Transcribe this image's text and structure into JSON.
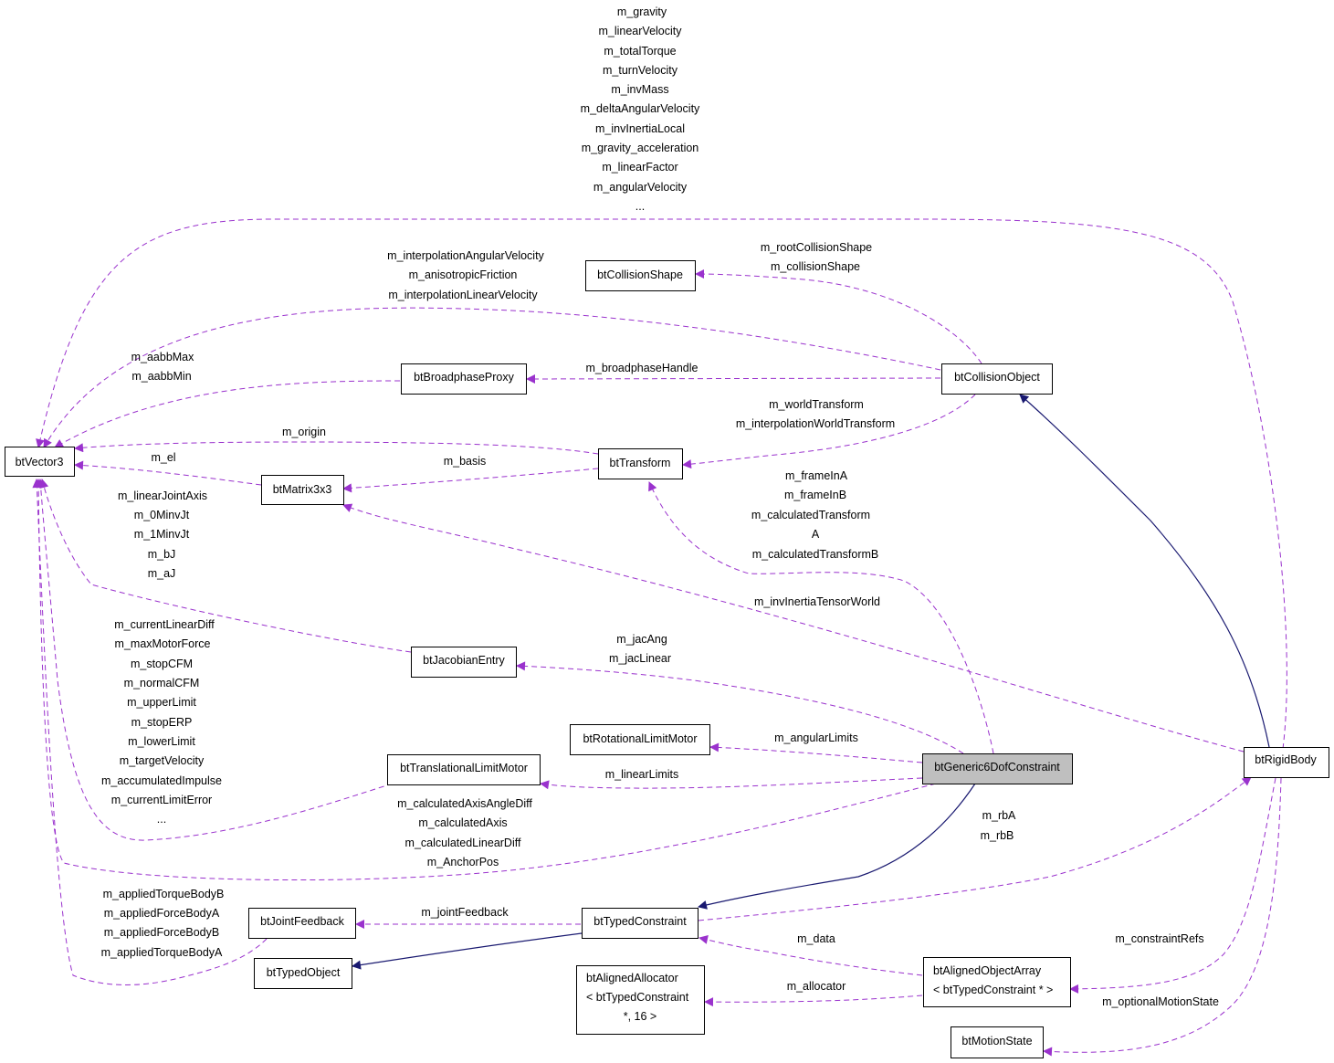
{
  "colors": {
    "usage_edge": "#9a32cd",
    "inheritance_edge": "#191970",
    "focus_fill": "#bfbfbf"
  },
  "nodes": {
    "btVector3": "btVector3",
    "btMatrix3x3": "btMatrix3x3",
    "btTransform": "btTransform",
    "btCollisionShape": "btCollisionShape",
    "btBroadphaseProxy": "btBroadphaseProxy",
    "btCollisionObject": "btCollisionObject",
    "btJacobianEntry": "btJacobianEntry",
    "btRotationalLimitMotor": "btRotationalLimitMotor",
    "btTranslationalLimitMotor": "btTranslationalLimitMotor",
    "btGeneric6DofConstraint": "btGeneric6DofConstraint",
    "btRigidBody": "btRigidBody",
    "btJointFeedback": "btJointFeedback",
    "btTypedConstraint": "btTypedConstraint",
    "btTypedObject": "btTypedObject",
    "btAlignedAllocator": [
      "btAlignedAllocator",
      "< btTypedConstraint",
      "*, 16 >"
    ],
    "btAlignedObjectArray": [
      "btAlignedObjectArray",
      "< btTypedConstraint * >"
    ],
    "btMotionState": "btMotionState"
  },
  "labels": {
    "rigidbody_vector3": [
      "m_gravity",
      "m_linearVelocity",
      "m_totalTorque",
      "m_turnVelocity",
      "m_invMass",
      "m_deltaAngularVelocity",
      "m_invInertiaLocal",
      "m_gravity_acceleration",
      "m_linearFactor",
      "m_angularVelocity",
      "..."
    ],
    "collisionobject_vector3": [
      "m_interpolationAngularVelocity",
      "m_anisotropicFriction",
      "m_interpolationLinearVelocity"
    ],
    "collisionshape": [
      "m_rootCollisionShape",
      "m_collisionShape"
    ],
    "broadphase_vector3": [
      "m_aabbMax",
      "m_aabbMin"
    ],
    "broadphase_handle": [
      "m_broadphaseHandle"
    ],
    "transform_origin": [
      "m_origin"
    ],
    "worldtransform": [
      "m_worldTransform",
      "m_interpolationWorldTransform"
    ],
    "matrix_el": [
      "m_el"
    ],
    "transform_basis": [
      "m_basis"
    ],
    "frames": [
      "m_frameInA",
      "m_frameInB",
      "m_calculatedTransform",
      "A",
      "m_calculatedTransformB"
    ],
    "jacobian_vector3": [
      "m_linearJointAxis",
      "m_0MinvJt",
      "m_1MinvJt",
      "m_bJ",
      "m_aJ"
    ],
    "invinertia": [
      "m_invInertiaTensorWorld"
    ],
    "transmotor_vector3": [
      "m_currentLinearDiff",
      "m_maxMotorForce",
      "m_stopCFM",
      "m_normalCFM",
      "m_upperLimit",
      "m_stopERP",
      "m_lowerLimit",
      "m_targetVelocity",
      "m_accumulatedImpulse",
      "m_currentLimitError",
      "..."
    ],
    "jac": [
      "m_jacAng",
      "m_jacLinear"
    ],
    "angular_limits": [
      "m_angularLimits"
    ],
    "linear_limits": [
      "m_linearLimits"
    ],
    "dof_vector3": [
      "m_calculatedAxisAngleDiff",
      "m_calculatedAxis",
      "m_calculatedLinearDiff",
      "m_AnchorPos"
    ],
    "rb": [
      "m_rbA",
      "m_rbB"
    ],
    "feedback_vector3": [
      "m_appliedTorqueBodyB",
      "m_appliedForceBodyA",
      "m_appliedForceBodyB",
      "m_appliedTorqueBodyA"
    ],
    "joint_feedback": [
      "m_jointFeedback"
    ],
    "data": [
      "m_data"
    ],
    "constraint_refs": [
      "m_constraintRefs"
    ],
    "allocator": [
      "m_allocator"
    ],
    "motion_state": [
      "m_optionalMotionState"
    ]
  }
}
